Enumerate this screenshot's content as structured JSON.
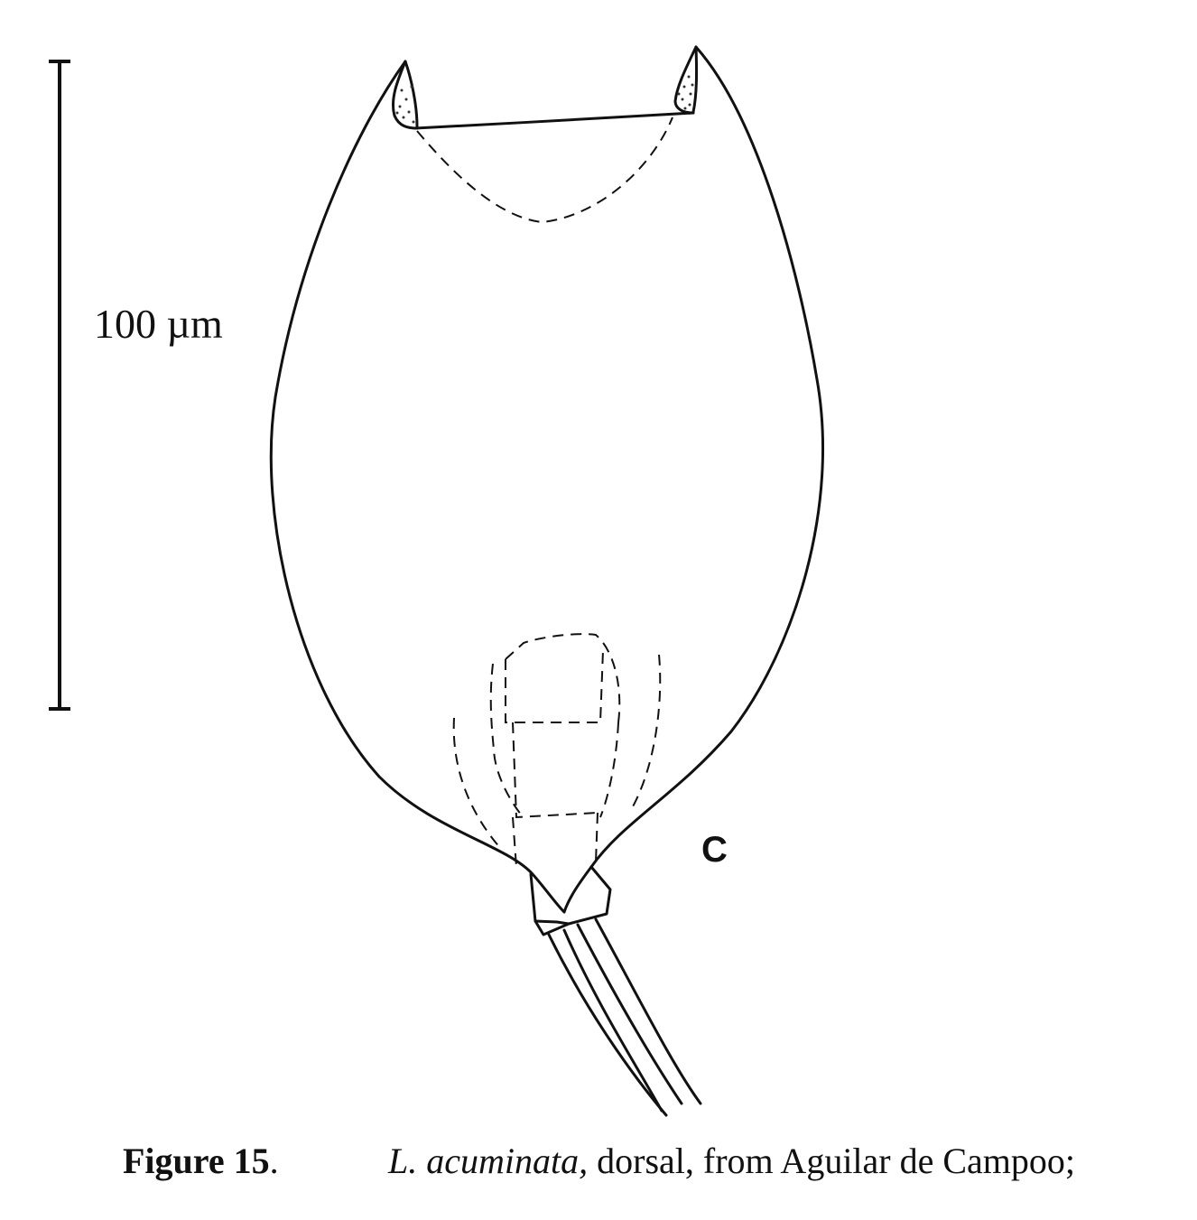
{
  "scale_bar": {
    "label": "100 µm"
  },
  "panel_label": "C",
  "caption": {
    "figure_number": "Figure 15",
    "figure_number_punct": ".",
    "species": "L. acuminata,",
    "description": " dorsal, from Aguilar de Campoo;"
  },
  "colors": {
    "ink": "#111111",
    "background": "#ffffff"
  }
}
